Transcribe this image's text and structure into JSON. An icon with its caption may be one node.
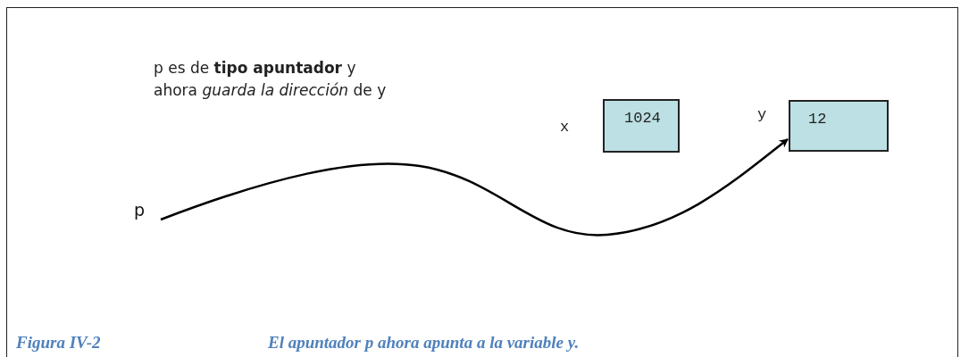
{
  "diagram": {
    "caption": "El apuntador p ahora apunta a la variable y.",
    "nodes": [
      {
        "text": [
          "1024"
        ],
        "beside": [
          "x"
        ]
      },
      {
        "text": [
          "12"
        ],
        "beside": [
          "y"
        ]
      },
      {
        "text": [
          "p"
        ]
      }
    ],
    "edges": [
      {
        "from": 2,
        "to": 1,
        "arrow": "to"
      }
    ],
    "labels": [
      "p es de **tipo apuntador** y ahora *guarda la dirección* de y",
      "Figura IV-2"
    ]
  }
}
